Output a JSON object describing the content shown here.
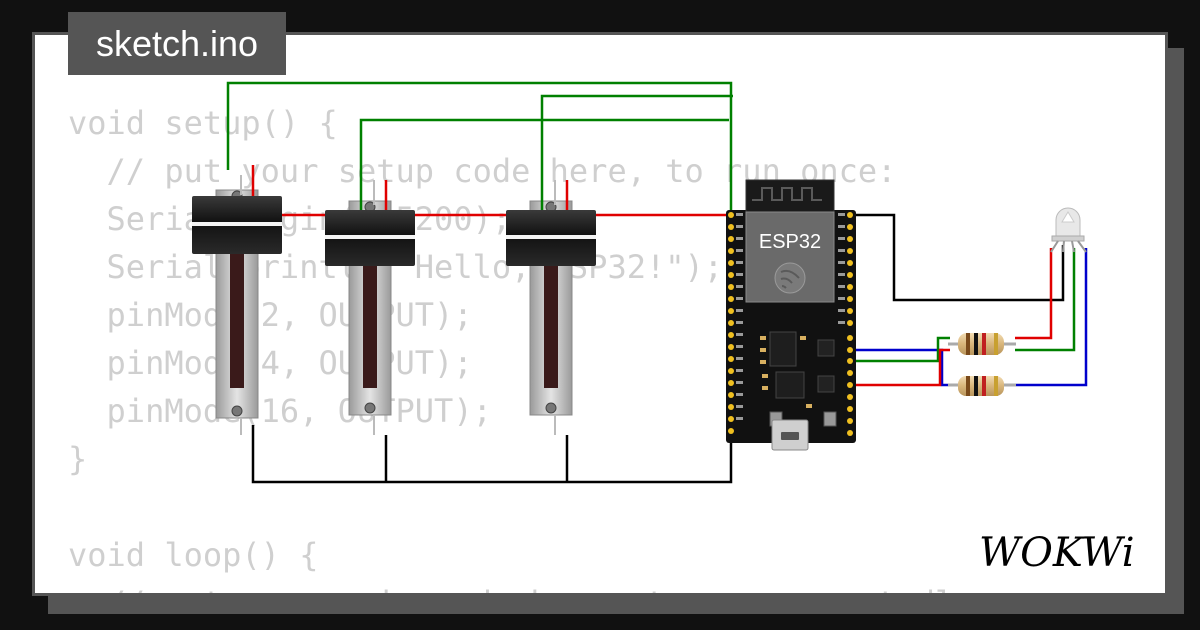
{
  "sketch": {
    "filename": "sketch.ino"
  },
  "code_lines": [
    "void setup() {",
    "  // put your setup code here, to run once:",
    "  Serial.begin(115200);",
    "  Serial.println(\"Hello, ESP32!\");",
    "  pinMode(2, OUTPUT);",
    "  pinMode(4, OUTPUT);",
    "  pinMode(16, OUTPUT);",
    "}",
    "",
    "void loop() {",
    "  // put your main code here, to run repeatedly:"
  ],
  "board": {
    "label": "ESP32"
  },
  "brand": {
    "logo_text": "WOKWi"
  },
  "colors": {
    "wire_green": "#008000",
    "wire_red": "#e00000",
    "wire_blue": "#0000cc",
    "wire_black": "#000000",
    "code_text": "#cfcfcf",
    "frame": "#555555"
  }
}
